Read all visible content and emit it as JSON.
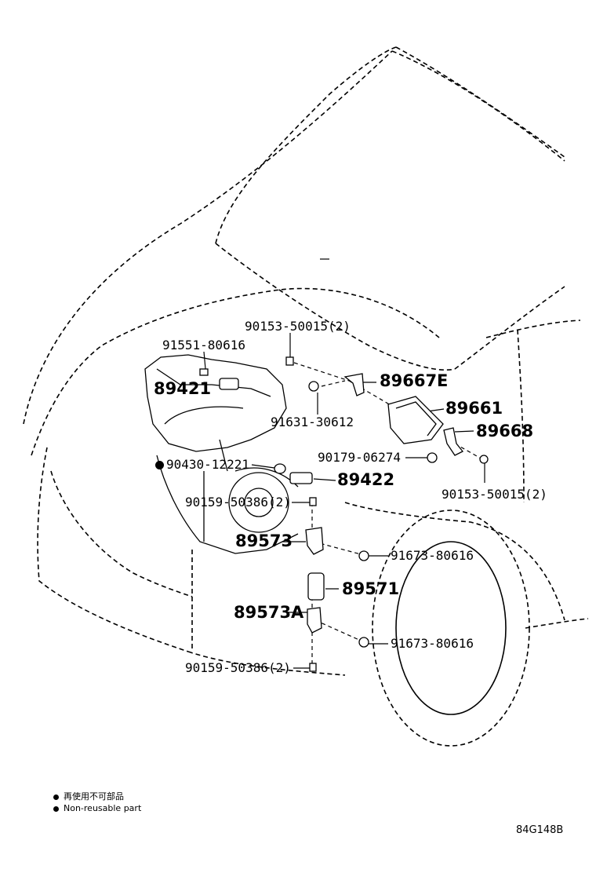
{
  "colors": {
    "line": "#000000",
    "background": "#ffffff"
  },
  "callouts": [
    {
      "id": "c1",
      "text": "90153-50015(2)"
    },
    {
      "id": "c2",
      "text": "91551-80616"
    },
    {
      "id": "c3",
      "text": "89421"
    },
    {
      "id": "c4",
      "text": "89667E"
    },
    {
      "id": "c5",
      "text": "91631-30612"
    },
    {
      "id": "c6",
      "text": "89661"
    },
    {
      "id": "c7",
      "text": "89668"
    },
    {
      "id": "c8",
      "text": "90179-06274"
    },
    {
      "id": "c9",
      "text": "90430-12221"
    },
    {
      "id": "c10",
      "text": "89422"
    },
    {
      "id": "c11",
      "text": "90153-50015(2)"
    },
    {
      "id": "c12",
      "text": "90159-50386(2)"
    },
    {
      "id": "c13",
      "text": "89573"
    },
    {
      "id": "c14",
      "text": "91673-80616"
    },
    {
      "id": "c15",
      "text": "89571"
    },
    {
      "id": "c16",
      "text": "89573A"
    },
    {
      "id": "c17",
      "text": "91673-80616"
    },
    {
      "id": "c18",
      "text": "90159-50386(2)"
    }
  ],
  "legend": {
    "line1": "再使用不可部品",
    "line2": "Non-reusable part"
  },
  "figure_id": "84G148B",
  "non_reusable_marker_icon": "filled-dot-icon"
}
